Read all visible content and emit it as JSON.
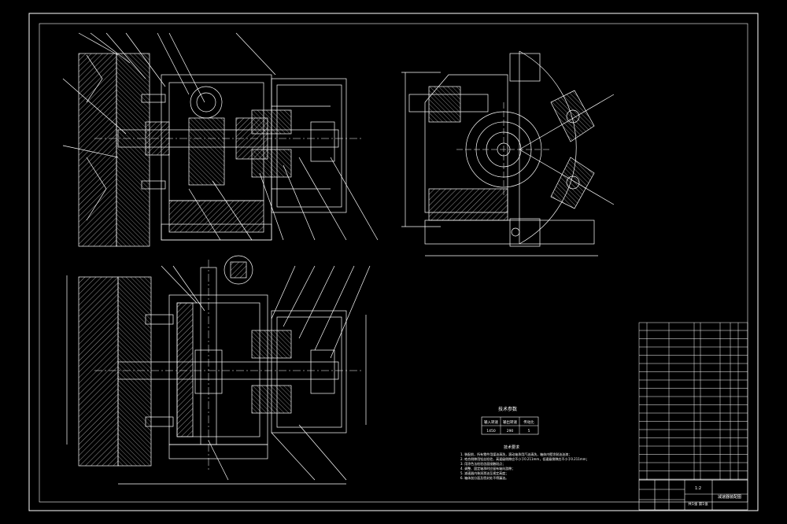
{
  "drawing": {
    "background": "#000000",
    "line_color": "#ffffff",
    "accent_color": "#ffff00",
    "views": [
      {
        "id": "front-section",
        "label": ""
      },
      {
        "id": "side-view",
        "label": ""
      },
      {
        "id": "plan-section",
        "label": ""
      }
    ]
  },
  "spec_table": {
    "title": "技术参数",
    "headers": [
      "输入转速",
      "输出转速",
      "传动比"
    ],
    "rows": [
      [
        "1450",
        "290",
        "5"
      ]
    ]
  },
  "tech_requirements": {
    "title": "技术要求",
    "lines": [
      "1. 装配前，所有零件用煤油清洗，滚动轴承用汽油清洗，箱体内壁涂耐油油漆；",
      "2. 啮合侧隙用铅丝检验，高速级侧隙应不小于0.211mm，低速级侧隙应不小于0.211mm；",
      "3. 用涂色法检验齿面接触斑点；",
      "4. 调整、固定轴承时应留有轴向游隙；",
      "5. 减速器内装润滑油至规定高度；",
      "6. 箱体剖分面及密封处不得漏油。"
    ]
  },
  "title_block": {
    "drawing_name": "减速器装配图",
    "scale": "1:2",
    "sheet": "共1张 第1张"
  }
}
